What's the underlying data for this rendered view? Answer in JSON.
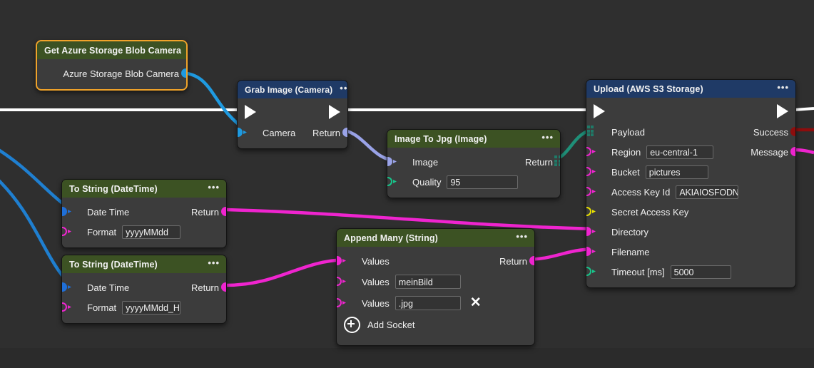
{
  "app": {
    "canvas_bg": "#2f2f2f",
    "selection_color": "#f0a32a"
  },
  "colors": {
    "header_green": "#3c5223",
    "header_blue": "#1f3a66",
    "node_body": "#3c3c3c",
    "socket_blue": "#1f9ae0",
    "socket_purple": "#9aa3e8",
    "socket_magenta": "#ef24cf",
    "socket_teal": "#1f7a68",
    "socket_green": "#18c48a",
    "socket_yellow": "#e8e000",
    "socket_darkred": "#8e0d0d",
    "exec_white": "#ffffff"
  },
  "nodes": [
    {
      "id": "get-azure-storage-blob-camera",
      "title": "Get Azure Storage Blob Camera",
      "header_style": "green",
      "selected": true,
      "menu": "•••",
      "outputs": [
        {
          "label": "Azure Storage Blob Camera",
          "socket": "dot-blue"
        }
      ]
    },
    {
      "id": "grab-image-camera",
      "title": "Grab Image (Camera)",
      "header_style": "blue",
      "selected": false,
      "menu": "•••",
      "exec_in": true,
      "exec_out": true,
      "inputs": [
        {
          "label": "Camera",
          "socket": "dot-blue"
        }
      ],
      "outputs": [
        {
          "label": "Return",
          "socket": "dot-purple"
        }
      ]
    },
    {
      "id": "image-to-jpg",
      "title": "Image To Jpg (Image)",
      "header_style": "green",
      "selected": false,
      "menu": "•••",
      "inputs": [
        {
          "label": "Image",
          "socket": "dot-purple"
        },
        {
          "label": "Quality",
          "socket": "ring-green",
          "value": "95"
        }
      ],
      "outputs": [
        {
          "label": "Return",
          "socket": "grid-teal"
        }
      ]
    },
    {
      "id": "upload-aws-s3-storage",
      "title": "Upload (AWS S3 Storage)",
      "header_style": "blue",
      "selected": false,
      "menu": "•••",
      "exec_in": true,
      "exec_out": true,
      "inputs": [
        {
          "label": "Payload",
          "socket": "grid-teal"
        },
        {
          "label": "Region",
          "socket": "ring-magenta",
          "value": "eu-central-1"
        },
        {
          "label": "Bucket",
          "socket": "ring-magenta",
          "value": "pictures"
        },
        {
          "label": "Access Key Id",
          "socket": "ring-magenta",
          "value": "AKIAIOSFODNN"
        },
        {
          "label": "Secret Access Key",
          "socket": "ring-yellow"
        },
        {
          "label": "Directory",
          "socket": "dot-magenta"
        },
        {
          "label": "Filename",
          "socket": "dot-magenta"
        },
        {
          "label": "Timeout [ms]",
          "socket": "ring-green",
          "value": "5000"
        }
      ],
      "outputs": [
        {
          "label": "Success",
          "socket": "dot-darkred"
        },
        {
          "label": "Message",
          "socket": "dot-magenta"
        }
      ]
    },
    {
      "id": "to-string-datetime-1",
      "title": "To String (DateTime)",
      "header_style": "green",
      "selected": false,
      "menu": "•••",
      "inputs": [
        {
          "label": "Date Time",
          "socket": "dot-blue"
        },
        {
          "label": "Format",
          "socket": "ring-magenta",
          "value": "yyyyMMdd"
        }
      ],
      "outputs": [
        {
          "label": "Return",
          "socket": "dot-magenta"
        }
      ]
    },
    {
      "id": "to-string-datetime-2",
      "title": "To String (DateTime)",
      "header_style": "green",
      "selected": false,
      "menu": "•••",
      "inputs": [
        {
          "label": "Date Time",
          "socket": "dot-blue"
        },
        {
          "label": "Format",
          "socket": "ring-magenta",
          "value": "yyyyMMdd_HH"
        }
      ],
      "outputs": [
        {
          "label": "Return",
          "socket": "dot-magenta"
        }
      ]
    },
    {
      "id": "append-many-string",
      "title": "Append Many (String)",
      "header_style": "green",
      "selected": false,
      "menu": "•••",
      "inputs": [
        {
          "label": "Values",
          "socket": "dot-magenta"
        },
        {
          "label": "Values",
          "socket": "ring-magenta",
          "value": "meinBild"
        },
        {
          "label": "Values",
          "socket": "ring-magenta",
          "value": ".jpg",
          "removable": true
        }
      ],
      "outputs": [
        {
          "label": "Return",
          "socket": "dot-magenta"
        }
      ],
      "add_socket_label": "Add Socket",
      "remove_glyph": "✕"
    }
  ],
  "n0": {
    "title": "Get Azure Storage Blob Camera",
    "out0": "Azure Storage Blob Camera",
    "menu": "•••"
  },
  "n1": {
    "title": "Grab Image (Camera)",
    "in0": "Camera",
    "out0": "Return",
    "menu": "•••"
  },
  "n2": {
    "title": "Image To Jpg (Image)",
    "in0": "Image",
    "in1": "Quality",
    "v1": "95",
    "out0": "Return",
    "menu": "•••"
  },
  "n3": {
    "title": "Upload (AWS S3 Storage)",
    "menu": "•••",
    "in0": "Payload",
    "in1": "Region",
    "v1": "eu-central-1",
    "in2": "Bucket",
    "v2": "pictures",
    "in3": "Access Key Id",
    "v3": "AKIAIOSFODNN",
    "in4": "Secret Access Key",
    "in5": "Directory",
    "in6": "Filename",
    "in7": "Timeout [ms]",
    "v7": "5000",
    "out0": "Success",
    "out1": "Message"
  },
  "n4": {
    "title": "To String (DateTime)",
    "in0": "Date Time",
    "in1": "Format",
    "v1": "yyyyMMdd",
    "out0": "Return",
    "menu": "•••"
  },
  "n5": {
    "title": "To String (DateTime)",
    "in0": "Date Time",
    "in1": "Format",
    "v1": "yyyyMMdd_HH",
    "out0": "Return",
    "menu": "•••"
  },
  "n6": {
    "title": "Append Many (String)",
    "menu": "•••",
    "in0": "Values",
    "in1": "Values",
    "v1": "meinBild",
    "in2": "Values",
    "v2": ".jpg",
    "out0": "Return",
    "add": "Add Socket",
    "remove": "✕"
  },
  "connections": [
    {
      "from": "get-azure-storage-blob-camera.Azure Storage Blob Camera",
      "to": "grab-image-camera.Camera",
      "color": "#1f9ae0"
    },
    {
      "from": "grab-image-camera.Return",
      "to": "image-to-jpg.Image",
      "color": "#9aa3e8"
    },
    {
      "from": "image-to-jpg.Return",
      "to": "upload-aws-s3-storage.Payload",
      "color": "#1f8f78"
    },
    {
      "from": "to-string-datetime-1.Return",
      "to": "upload-aws-s3-storage.Directory",
      "color": "#ef24cf"
    },
    {
      "from": "to-string-datetime-2.Return",
      "to": "append-many-string.Values",
      "color": "#ef24cf"
    },
    {
      "from": "append-many-string.Return",
      "to": "upload-aws-s3-storage.Filename",
      "color": "#ef24cf"
    },
    {
      "from": "offscreen-left",
      "to": "to-string-datetime-1.Date Time",
      "color": "#1f7fd0"
    },
    {
      "from": "offscreen-left",
      "to": "to-string-datetime-2.Date Time",
      "color": "#1f7fd0"
    },
    {
      "from": "exec-flow",
      "to": "grab-image-camera.exec-in",
      "color": "#ffffff"
    },
    {
      "from": "grab-image-camera.exec-out",
      "to": "upload-aws-s3-storage.exec-in",
      "color": "#ffffff"
    },
    {
      "from": "upload-aws-s3-storage.exec-out",
      "to": "offscreen-right",
      "color": "#ffffff"
    },
    {
      "from": "upload-aws-s3-storage.Success",
      "to": "offscreen-right",
      "color": "#8e0d0d"
    },
    {
      "from": "upload-aws-s3-storage.Message",
      "to": "offscreen-right",
      "color": "#ef24cf"
    }
  ]
}
